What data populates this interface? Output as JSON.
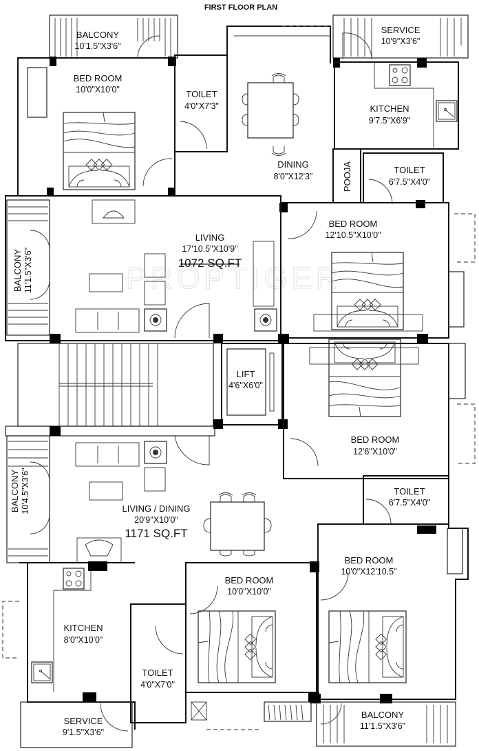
{
  "plan": {
    "title": "FIRST FLOOR PLAN",
    "watermark": "PROPTIGER"
  },
  "flat_upper": {
    "area": "1072 SQ.FT",
    "rooms": {
      "balcony_top": {
        "name": "BALCONY",
        "dim": "10'1.5\"X3'6\""
      },
      "bedroom_tl": {
        "name": "BED ROOM",
        "dim": "10'0\"X10'0\""
      },
      "toilet_top": {
        "name": "TOILET",
        "dim": "4'0\"X7'3\""
      },
      "service_top": {
        "name": "SERVICE",
        "dim": "10'9\"X3'6\""
      },
      "kitchen_top": {
        "name": "KITCHEN",
        "dim": "9'7.5\"X6'9\""
      },
      "dining": {
        "name": "DINING",
        "dim": "8'0\"X12'3\""
      },
      "pooja": {
        "name": "POOJA"
      },
      "toilet_tr": {
        "name": "TOILET",
        "dim": "6'7.5\"X4'0\""
      },
      "bedroom_tr": {
        "name": "BED ROOM",
        "dim": "12'10.5\"X10'0\""
      },
      "living": {
        "name": "LIVING",
        "dim": "17'10.5\"X10'9\""
      },
      "balcony_left": {
        "name": "BALCONY",
        "dim": "11'1.5\"X3'6\""
      }
    }
  },
  "common": {
    "lift": {
      "name": "LIFT",
      "dim": "4'6\"X6'0\""
    }
  },
  "flat_lower": {
    "area": "1171 SQ.FT",
    "rooms": {
      "bedroom_mr": {
        "name": "BED ROOM",
        "dim": "12'6\"X10'0\""
      },
      "toilet_mr": {
        "name": "TOILET",
        "dim": "6'7.5\"X4'0\""
      },
      "living_dining": {
        "name": "LIVING / DINING",
        "dim": "20'9\"X10'0\""
      },
      "balcony_left": {
        "name": "BALCONY",
        "dim": "10'4.5\"X3'6\""
      },
      "bedroom_br": {
        "name": "BED ROOM",
        "dim": "10'0\"X12'10.5\""
      },
      "bedroom_bm": {
        "name": "BED ROOM",
        "dim": "10'0\"X10'0\""
      },
      "kitchen": {
        "name": "KITCHEN",
        "dim": "8'0\"X10'0\""
      },
      "toilet_b": {
        "name": "TOILET",
        "dim": "4'0\"X7'0\""
      },
      "service": {
        "name": "SERVICE",
        "dim": "9'1.5\"X3'6\""
      },
      "balcony_bottom": {
        "name": "BALCONY",
        "dim": "11'1.5\"X3'6\""
      }
    }
  }
}
